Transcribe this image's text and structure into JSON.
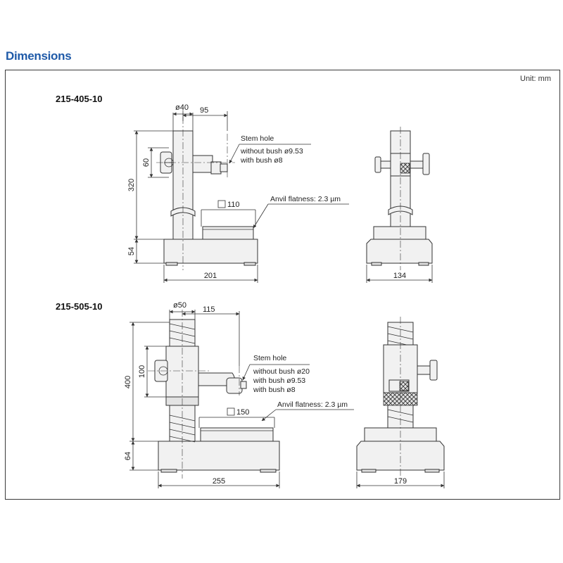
{
  "heading": "Dimensions",
  "unit_label": "Unit: mm",
  "colors": {
    "heading": "#1f5aa8",
    "line": "#333333",
    "fill": "#f1f1f1"
  },
  "models": [
    {
      "id": "215-405-10",
      "dims": {
        "column_dia": "ø40",
        "reach": "95",
        "clamp_height": "60",
        "height": "320",
        "base_height": "54",
        "anvil_size": "110",
        "base_width": "201",
        "side_width": "134"
      },
      "stem_hole_title": "Stem hole",
      "stem_hole_lines": [
        "without bush ø9.53",
        "with bush ø8"
      ],
      "anvil_flatness": "Anvil flatness: 2.3 µm"
    },
    {
      "id": "215-505-10",
      "dims": {
        "column_dia": "ø50",
        "reach": "115",
        "clamp_height": "100",
        "height": "400",
        "base_height": "64",
        "anvil_size": "150",
        "base_width": "255",
        "side_width": "179"
      },
      "stem_hole_title": "Stem hole",
      "stem_hole_lines": [
        "without bush ø20",
        "with bush ø9.53",
        "with bush ø8"
      ],
      "anvil_flatness": "Anvil flatness: 2.3 µm"
    }
  ]
}
